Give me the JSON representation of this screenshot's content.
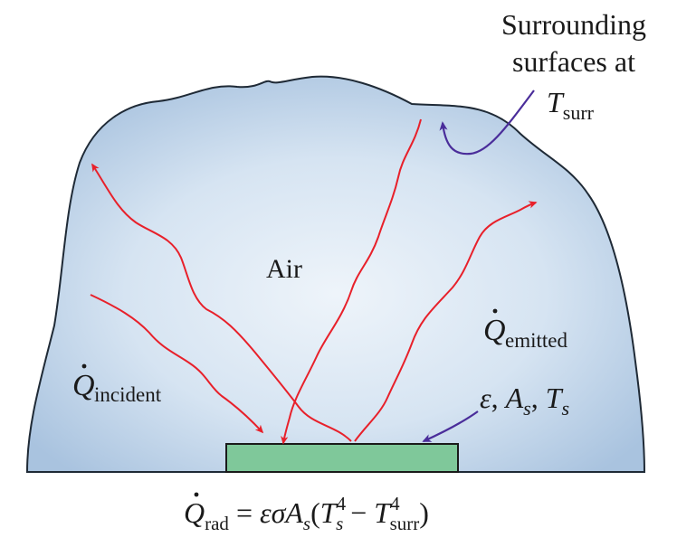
{
  "labels": {
    "surrounding_line1": "Surrounding",
    "surrounding_line2": "surfaces at",
    "t_surr_symbol": "T",
    "t_surr_subscript": "surr",
    "air": "Air",
    "q_symbol": "Q",
    "q_incident_subscript": "incident",
    "q_emitted_subscript": "emitted",
    "surface_props": {
      "epsilon": "ε",
      "comma1": ", ",
      "area_symbol": "A",
      "area_subscript": "s",
      "comma2": ", ",
      "temp_symbol": "T",
      "temp_subscript": "s"
    }
  },
  "equation": {
    "lhs_symbol": "Q",
    "lhs_subscript": "rad",
    "equals": " = ",
    "eps_sigma": "εσ",
    "area_symbol": "A",
    "area_subscript": "s",
    "open_paren": "(",
    "ts_symbol": "T",
    "ts_sup": "4",
    "ts_sub": "s",
    "minus": " − ",
    "tsurr_symbol": "T",
    "tsurr_sup": "4",
    "tsurr_sub": "surr",
    "close_paren": ")"
  },
  "colors": {
    "enclosure_fill_outer": "#b7cee6",
    "enclosure_fill_inner": "#e9f1f9",
    "enclosure_stroke": "#1f2a36",
    "radiation_arrow": "#e8202a",
    "pointer_arrow": "#4a2d9a",
    "surface_fill": "#7fc89a",
    "surface_stroke": "#1a1a1a"
  }
}
